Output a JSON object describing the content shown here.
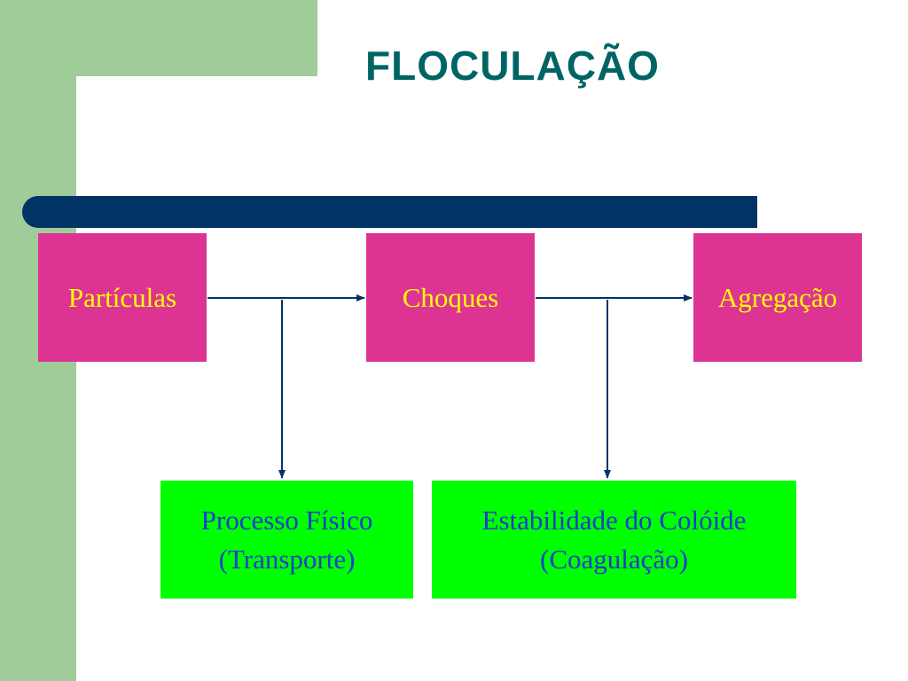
{
  "title": "FLOCULAÇÃO",
  "nodes": {
    "particulas": "Partículas",
    "choques": "Choques",
    "agregacao": "Agregação",
    "processo_line1": "Processo Físico",
    "processo_line2": "(Transporte)",
    "estabilidade_line1": "Estabilidade do Colóide",
    "estabilidade_line2": "(Coagulação)"
  },
  "colors": {
    "title": "#006464",
    "accent_green": "#a0cc9a",
    "bar": "#003366",
    "pink_box": "#dd3494",
    "pink_text": "#ffff00",
    "lime_box": "#00ff00",
    "lime_text": "#1c3ccc",
    "arrow": "#003366"
  }
}
